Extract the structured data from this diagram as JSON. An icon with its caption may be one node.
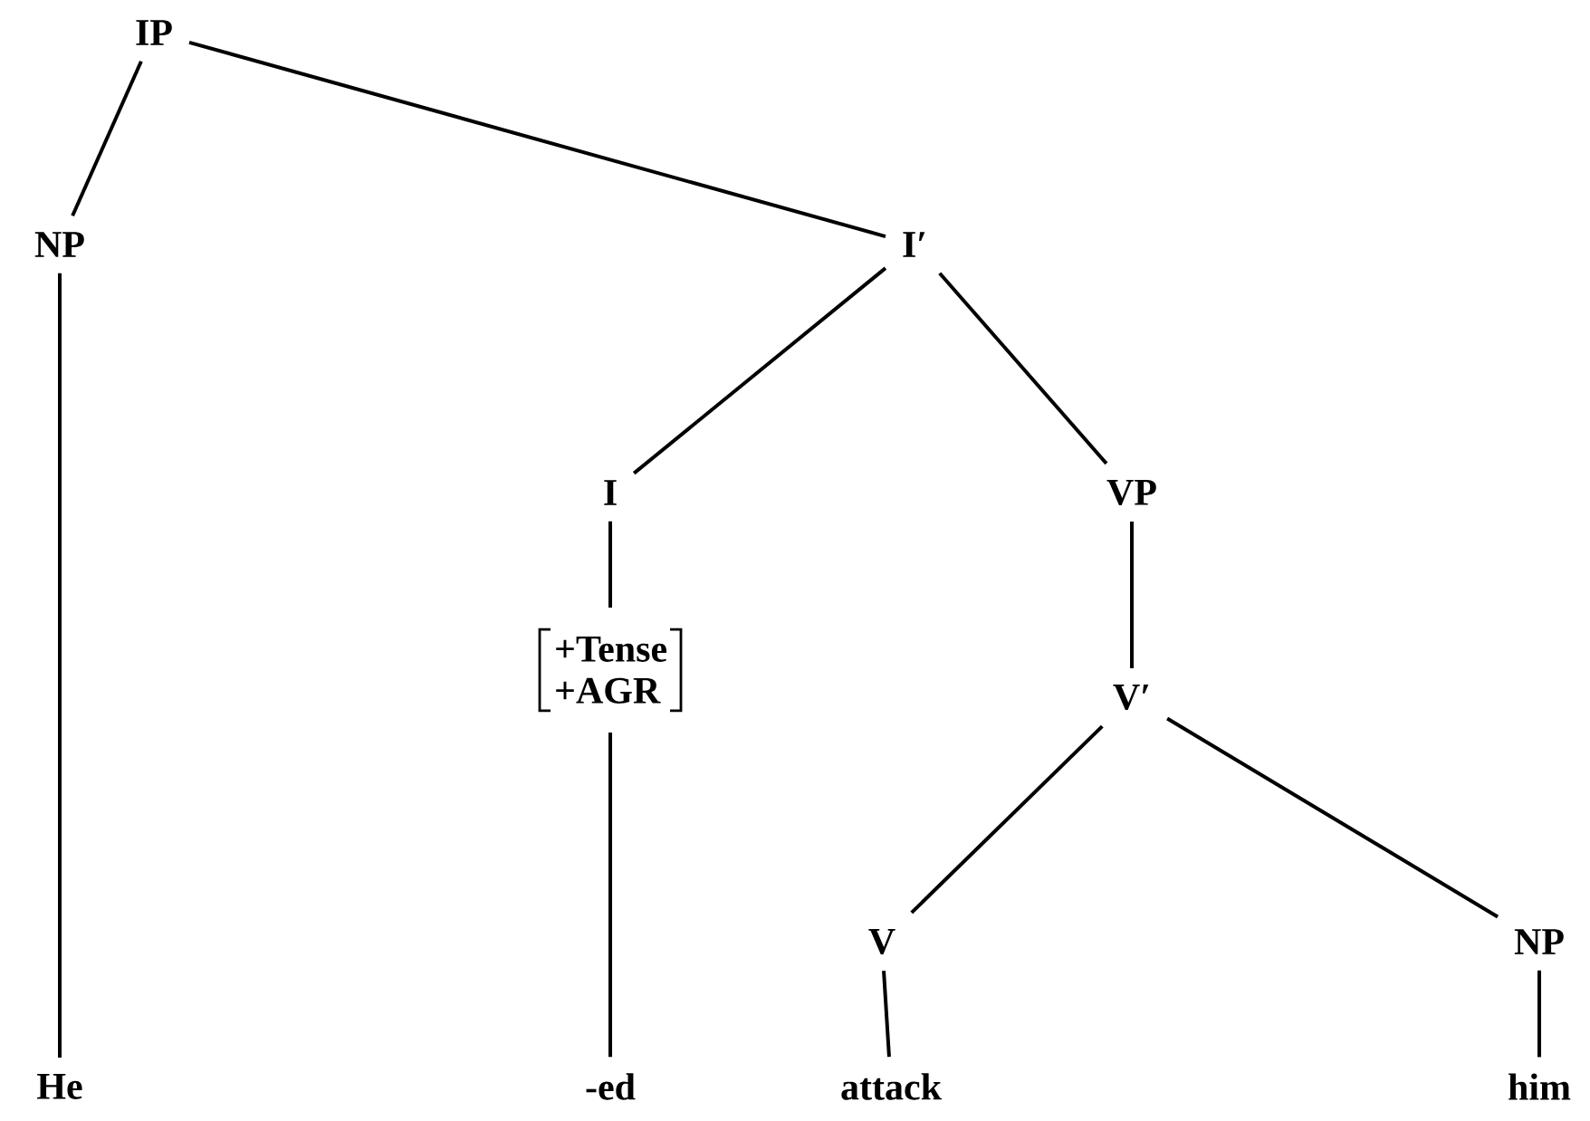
{
  "diagram": {
    "nodes": [
      {
        "text": [
          "IP"
        ]
      },
      {
        "text": [
          "NP"
        ]
      },
      {
        "text": [
          "I′"
        ]
      },
      {
        "text": [
          "I"
        ]
      },
      {
        "text": [
          "VP"
        ]
      },
      {
        "text": [
          "+Tense +AGR"
        ]
      },
      {
        "text": [
          "V′"
        ]
      },
      {
        "text": [
          "V"
        ]
      },
      {
        "text": [
          "NP"
        ]
      },
      {
        "text": [
          "He"
        ]
      },
      {
        "text": [
          "-ed"
        ]
      },
      {
        "text": [
          "attack"
        ]
      },
      {
        "text": [
          "him"
        ]
      }
    ],
    "edges": [
      {
        "from": 0,
        "to": 1,
        "arrow": "none"
      },
      {
        "from": 0,
        "to": 2,
        "arrow": "none"
      },
      {
        "from": 1,
        "to": 9,
        "arrow": "none"
      },
      {
        "from": 2,
        "to": 3,
        "arrow": "none"
      },
      {
        "from": 2,
        "to": 4,
        "arrow": "none"
      },
      {
        "from": 3,
        "to": 5,
        "arrow": "none"
      },
      {
        "from": 5,
        "to": 10,
        "arrow": "none"
      },
      {
        "from": 4,
        "to": 6,
        "arrow": "none"
      },
      {
        "from": 6,
        "to": 7,
        "arrow": "none"
      },
      {
        "from": 6,
        "to": 8,
        "arrow": "none"
      },
      {
        "from": 7,
        "to": 11,
        "arrow": "none"
      },
      {
        "from": 8,
        "to": 12,
        "arrow": "none"
      }
    ]
  }
}
